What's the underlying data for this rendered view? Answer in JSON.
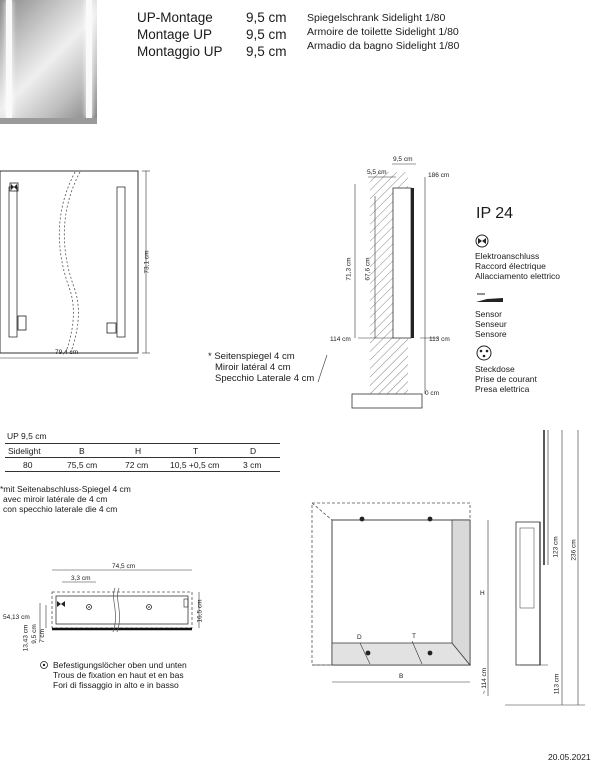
{
  "header": {
    "mount_labels": [
      "UP-Montage",
      "Montage UP",
      "Montaggio UP"
    ],
    "mount_depths": [
      "9,5 cm",
      "9,5 cm",
      "9,5 cm"
    ],
    "product_names": [
      "Spiegelschrank Sidelight 1/80",
      "Armoire de toilette Sidelight 1/80",
      "Armadio da bagno Sidelight 1/80"
    ]
  },
  "front_view": {
    "width_label": "79,4 cm",
    "height_label": "73,1 cm"
  },
  "side_view": {
    "dims": {
      "d_9_5": "9,5 cm",
      "d_5_5": "5,5 cm",
      "d_186": "186 cm",
      "h_71_3": "71,3 cm",
      "h_67_6": "67,6 cm",
      "h_114": "114 cm",
      "h_113": "113 cm",
      "zero": "0 cm"
    },
    "side_mirror_note": [
      "* Seitenspiegel 4 cm",
      "Miroir latéral 4 cm",
      "Specchio Laterale 4 cm"
    ]
  },
  "ip_rating": "IP 24",
  "legend": {
    "electrical": [
      "Elektroanschluss",
      "Raccord électrique",
      "Allacciamento elettrico"
    ],
    "sensor": [
      "Sensor",
      "Senseur",
      "Sensore"
    ],
    "socket": [
      "Steckdose",
      "Prise de courant",
      "Presa elettrica"
    ]
  },
  "spec_table": {
    "title": "UP 9,5 cm",
    "headers": [
      "Sidelight",
      "B",
      "H",
      "T",
      "D"
    ],
    "row": [
      "80",
      "75,5 cm",
      "72 cm",
      "10,5 +0,5 cm",
      "3 cm"
    ]
  },
  "spec_note": [
    "*mit Seitenabschluss-Spiegel 4 cm",
    "avec miroir latérale de 4 cm",
    "con specchio laterale die 4 cm"
  ],
  "top_view": {
    "width": "74,5 cm",
    "d_3_3": "3,3 cm",
    "d_54_13": "54,13 cm",
    "d_13_43": "13,43 cm",
    "d_9_5": "9,5 cm",
    "d_7": "7 cm",
    "d_16_5": "16,5 cm"
  },
  "fixing_note": [
    "Befestigungslöcher oben und unten",
    "Trous de fixation en haut et en bas",
    "Fori di fissaggio in alto e in basso"
  ],
  "niche_view": {
    "h_label": "H",
    "b_label": "B",
    "d_label": "D",
    "t_label": "T",
    "h_114": "~ 114 cm",
    "h_113": "113 cm",
    "h_123": "123 cm",
    "h_236": "236 cm"
  },
  "date": "20.05.2021"
}
